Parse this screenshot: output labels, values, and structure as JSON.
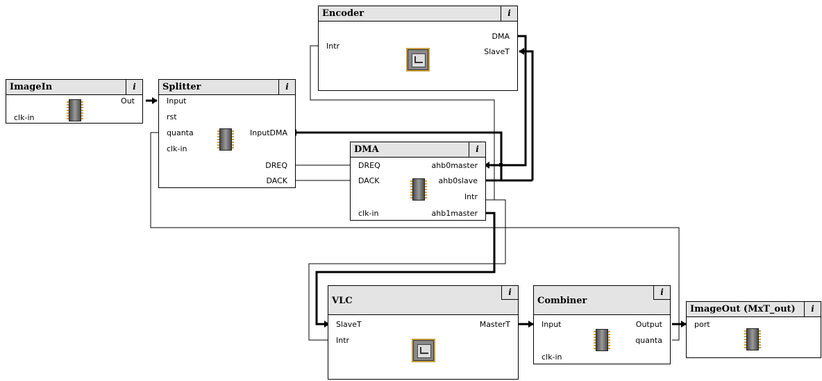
{
  "blocks": {
    "imagein": {
      "title": "ImageIn",
      "info": "i",
      "ports": {
        "out": "Out",
        "clk_in": "clk-in"
      }
    },
    "splitter": {
      "title": "Splitter",
      "info": "i",
      "ports": {
        "input": "Input",
        "rst": "rst",
        "quanta": "quanta",
        "clk_in": "clk-in",
        "inputdma": "InputDMA",
        "dreq": "DREQ",
        "dack": "DACK"
      }
    },
    "encoder": {
      "title": "Encoder",
      "info": "i",
      "ports": {
        "intr": "Intr",
        "dma": "DMA",
        "slavet": "SlaveT"
      }
    },
    "dma": {
      "title": "DMA",
      "info": "i",
      "ports": {
        "dreq": "DREQ",
        "dack": "DACK",
        "clk_in": "clk-in",
        "ahb0master": "ahb0master",
        "ahb0slave": "ahb0slave",
        "intr": "Intr",
        "ahb1master": "ahb1master"
      }
    },
    "vlc": {
      "title": "VLC",
      "info": "i",
      "ports": {
        "slavet": "SlaveT",
        "intr": "Intr",
        "mastert": "MasterT"
      }
    },
    "combiner": {
      "title": "Combiner",
      "info": "i",
      "ports": {
        "input": "Input",
        "clk_in": "clk-in",
        "output": "Output",
        "quanta": "quanta"
      }
    },
    "imageout": {
      "title": "ImageOut (MxT_out)",
      "info": "i",
      "ports": {
        "port": "port"
      }
    }
  }
}
